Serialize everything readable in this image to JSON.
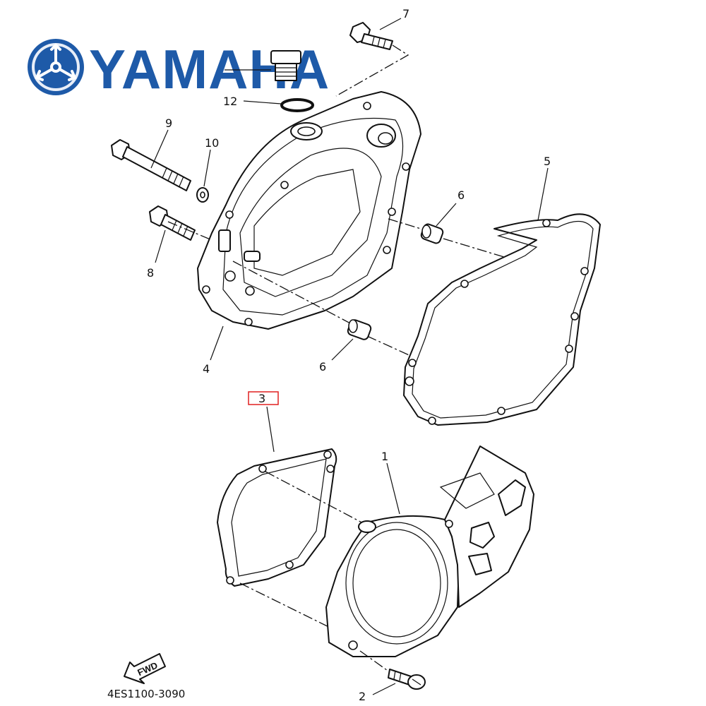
{
  "logo": {
    "wordmark": "YAMAHA",
    "emblem": "yamaha-tuning-fork-emblem",
    "color": "#1e5aa8"
  },
  "callouts": {
    "c1": "1",
    "c2": "2",
    "c3": "3",
    "c4": "4",
    "c5": "5",
    "c6a": "6",
    "c6b": "6",
    "c7": "7",
    "c8": "8",
    "c9": "9",
    "c10": "10",
    "c12": "12"
  },
  "highlight": {
    "callout": "3",
    "color": "#e02020"
  },
  "footer": {
    "fwd_label": "FWD",
    "diagram_code": "4ES1100-3090"
  }
}
